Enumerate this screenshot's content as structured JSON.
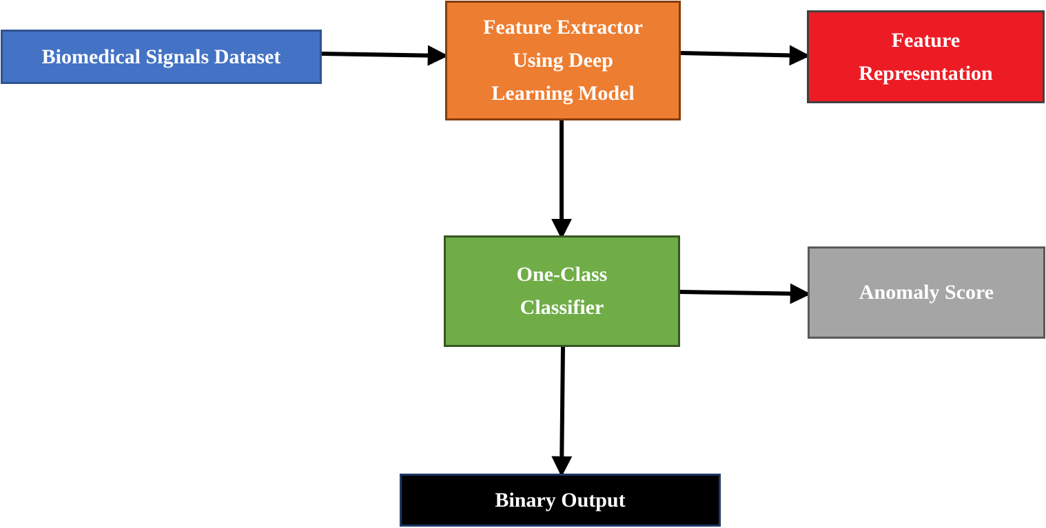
{
  "diagram": {
    "nodes": [
      {
        "id": "dataset",
        "label": "Biomedical Signals Dataset",
        "fill": "#4472C4",
        "stroke": "#2F528F"
      },
      {
        "id": "extractor",
        "label": "Feature Extractor\nUsing Deep\nLearning Model",
        "fill": "#ED7D31",
        "stroke": "#843C0C"
      },
      {
        "id": "feature",
        "label": "Feature\nRepresentation",
        "fill": "#ED1C24",
        "stroke": "#404040"
      },
      {
        "id": "classifier",
        "label": "One-Class\nClassifier",
        "fill": "#70AD47",
        "stroke": "#375623"
      },
      {
        "id": "anomaly",
        "label": "Anomaly Score",
        "fill": "#A5A5A5",
        "stroke": "#595959"
      },
      {
        "id": "binary",
        "label": "Binary Output",
        "fill": "#000000",
        "stroke": "#1F3864"
      }
    ],
    "edges": [
      {
        "from": "dataset",
        "to": "extractor"
      },
      {
        "from": "extractor",
        "to": "feature"
      },
      {
        "from": "extractor",
        "to": "classifier"
      },
      {
        "from": "classifier",
        "to": "anomaly"
      },
      {
        "from": "classifier",
        "to": "binary"
      }
    ],
    "edge_color": "#000000"
  }
}
